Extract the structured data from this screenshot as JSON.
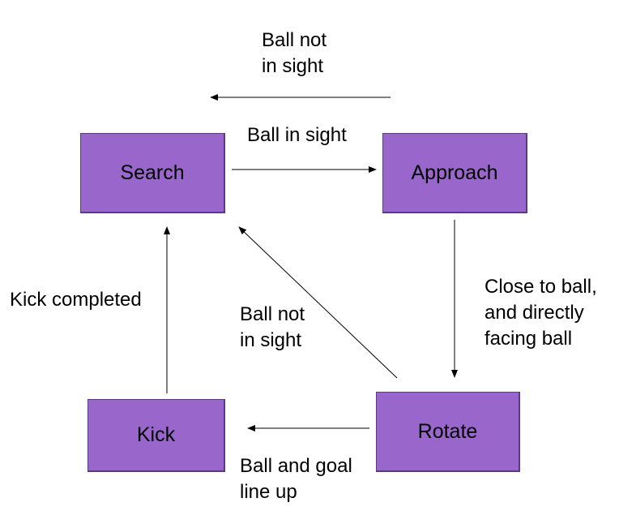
{
  "states": {
    "search": "Search",
    "approach": "Approach",
    "rotate": "Rotate",
    "kick": "Kick"
  },
  "transitions": {
    "search_to_approach": "Ball in sight",
    "approach_to_search": "Ball not\nin sight",
    "approach_to_rotate": "Close to ball,\nand directly\nfacing ball",
    "rotate_to_search": "Ball not\nin sight",
    "rotate_to_kick": "Ball and goal\nline up",
    "kick_to_search": "Kick completed"
  },
  "colors": {
    "state_fill": "#9966cc",
    "arrow": "#000000"
  }
}
